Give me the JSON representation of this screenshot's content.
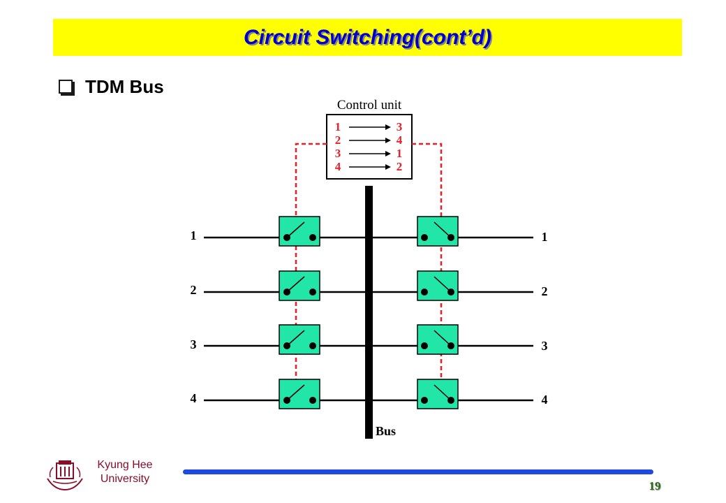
{
  "slide": {
    "title": "Circuit Switching(cont’d)",
    "bullet": "TDM Bus",
    "page_number": "19"
  },
  "footer": {
    "university_line1": "Kyung Hee",
    "university_line2": "University"
  },
  "diagram": {
    "control_unit_label": "Control unit",
    "mappings": [
      {
        "from": "1",
        "to": "3"
      },
      {
        "from": "2",
        "to": "4"
      },
      {
        "from": "3",
        "to": "1"
      },
      {
        "from": "4",
        "to": "2"
      }
    ],
    "left_ports": [
      "1",
      "2",
      "3",
      "4"
    ],
    "right_ports": [
      "1",
      "2",
      "3",
      "4"
    ],
    "bus_label": "Bus",
    "colors": {
      "switch_fill": "#22e6a8",
      "control_line": "#e8202a",
      "mapping_text": "#e8202a"
    }
  }
}
